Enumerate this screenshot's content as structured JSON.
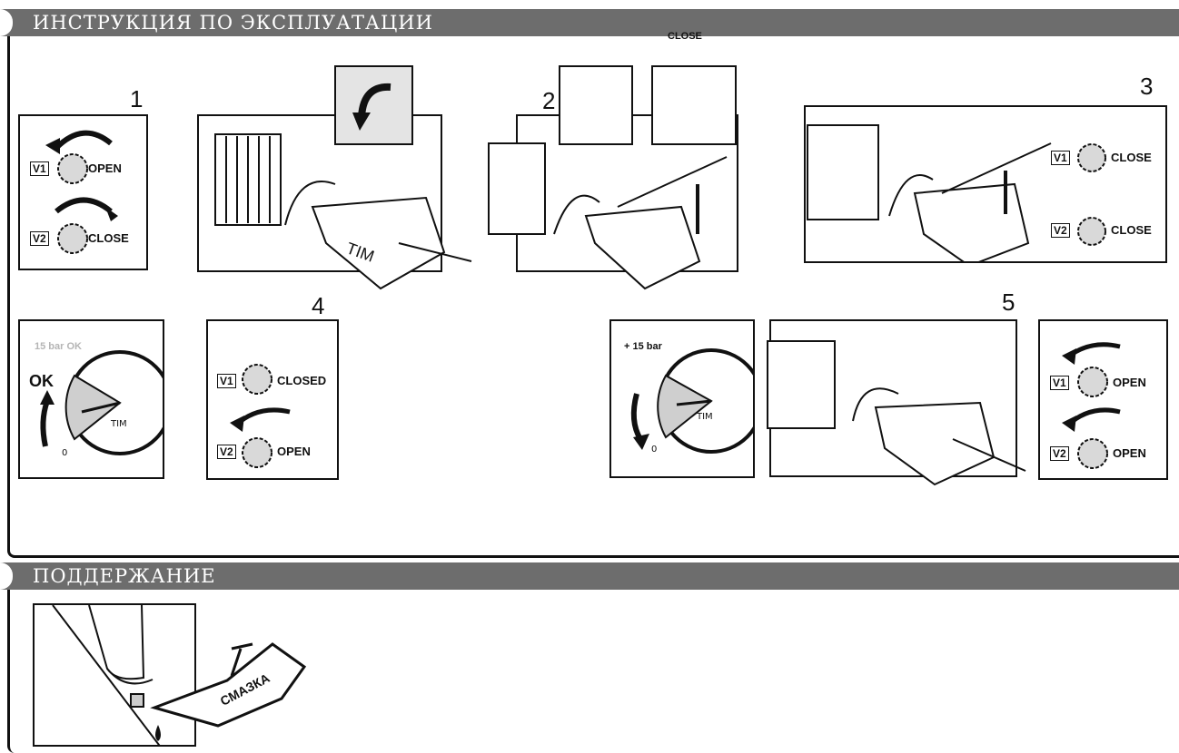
{
  "sections": {
    "instructions_title": "ИНСТРУКЦИЯ ПО ЭКСПЛУАТАЦИИ",
    "maintenance_title": "ПОДДЕРЖАНИЕ"
  },
  "top_label": "CLOSE",
  "steps": {
    "s1": "1",
    "s2": "2",
    "s3": "3",
    "s4": "4",
    "s5": "5"
  },
  "valves": {
    "v1": "V1",
    "v2": "V2"
  },
  "labels": {
    "open": "OPEN",
    "close": "CLOSE",
    "closed": "CLOSED",
    "ok": "OK",
    "bar_ok": "15 bar OK",
    "plus_bar": "+ 15 bar",
    "tim": "TIM",
    "zero": "0",
    "grease": "СМАЗКА"
  },
  "colors": {
    "header_bg": "#6d6d6d",
    "line": "#111111",
    "knob_fill": "#d9d9d9",
    "gauge_fill": "#cfcfcf"
  }
}
